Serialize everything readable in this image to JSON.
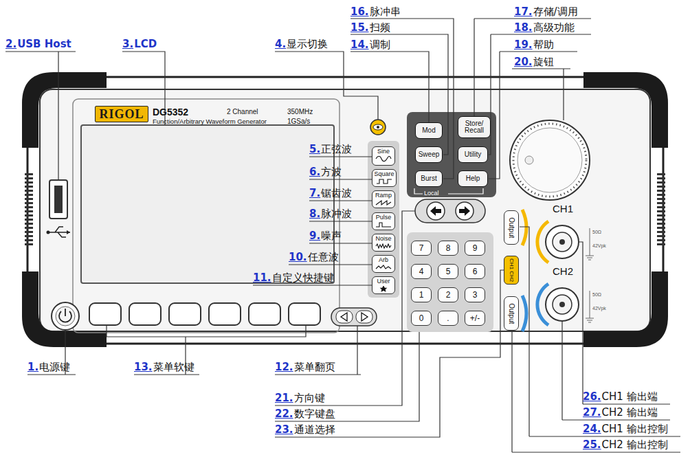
{
  "diagram": {
    "nodes": [
      {
        "text": [
          "RIGOL"
        ]
      },
      {
        "text": [
          "Mod"
        ]
      },
      {
        "text": [
          "Store/ Recall"
        ]
      },
      {
        "text": [
          "Sweep"
        ]
      },
      {
        "text": [
          "Utility"
        ]
      },
      {
        "text": [
          "Burst"
        ]
      },
      {
        "text": [
          "Help"
        ]
      },
      {
        "text": [
          "Sine"
        ]
      },
      {
        "text": [
          "Square"
        ]
      },
      {
        "text": [
          "Ramp"
        ]
      },
      {
        "text": [
          "Pulse"
        ]
      },
      {
        "text": [
          "Noise"
        ]
      },
      {
        "text": [
          "Arb"
        ]
      },
      {
        "text": [
          "User"
        ]
      },
      {
        "text": [
          "7"
        ]
      },
      {
        "text": [
          "8"
        ]
      },
      {
        "text": [
          "9"
        ]
      },
      {
        "text": [
          "4"
        ]
      },
      {
        "text": [
          "5"
        ]
      },
      {
        "text": [
          "6"
        ]
      },
      {
        "text": [
          "1"
        ]
      },
      {
        "text": [
          "2"
        ]
      },
      {
        "text": [
          "3"
        ]
      },
      {
        "text": [
          "0"
        ]
      },
      {
        "text": [
          "."
        ]
      },
      {
        "text": [
          "+/-"
        ]
      },
      {
        "text": [
          "Output"
        ]
      },
      {
        "text": [
          "CH1 CH2"
        ]
      },
      {
        "text": [
          "Output"
        ]
      }
    ],
    "labels": [
      "DG5352",
      "2 Channel",
      "350MHz",
      "Function/Arbitrary Waveform Generator",
      "1GSa/s",
      "Local",
      "CH1",
      "CH2",
      "50Ω",
      "42Vpk",
      "50Ω",
      "42Vpk",
      "2.",
      "USB Host",
      "3.",
      "LCD",
      "4.",
      "显示切换",
      "16.",
      "脉冲串",
      "17.",
      "存储/调用",
      "15.",
      "扫频",
      "18.",
      "高级功能",
      "14.",
      "调制",
      "19.",
      "帮助",
      "20.",
      "旋钮",
      "5.",
      "正弦波",
      "6.",
      "方波",
      "7.",
      "锯齿波",
      "8.",
      "脉冲波",
      "9.",
      "噪声",
      "10.",
      "任意波",
      "11.",
      "自定义快捷键",
      "1.",
      "电源键",
      "13.",
      "菜单软键",
      "12.",
      "菜单翻页",
      "21.",
      "方向键",
      "22.",
      "数字键盘",
      "23.",
      "通道选择",
      "26.",
      "CH1 输出端",
      "27.",
      "CH2 输出端",
      "24.",
      "CH1 输出控制",
      "25.",
      "CH2 输出控制"
    ]
  }
}
